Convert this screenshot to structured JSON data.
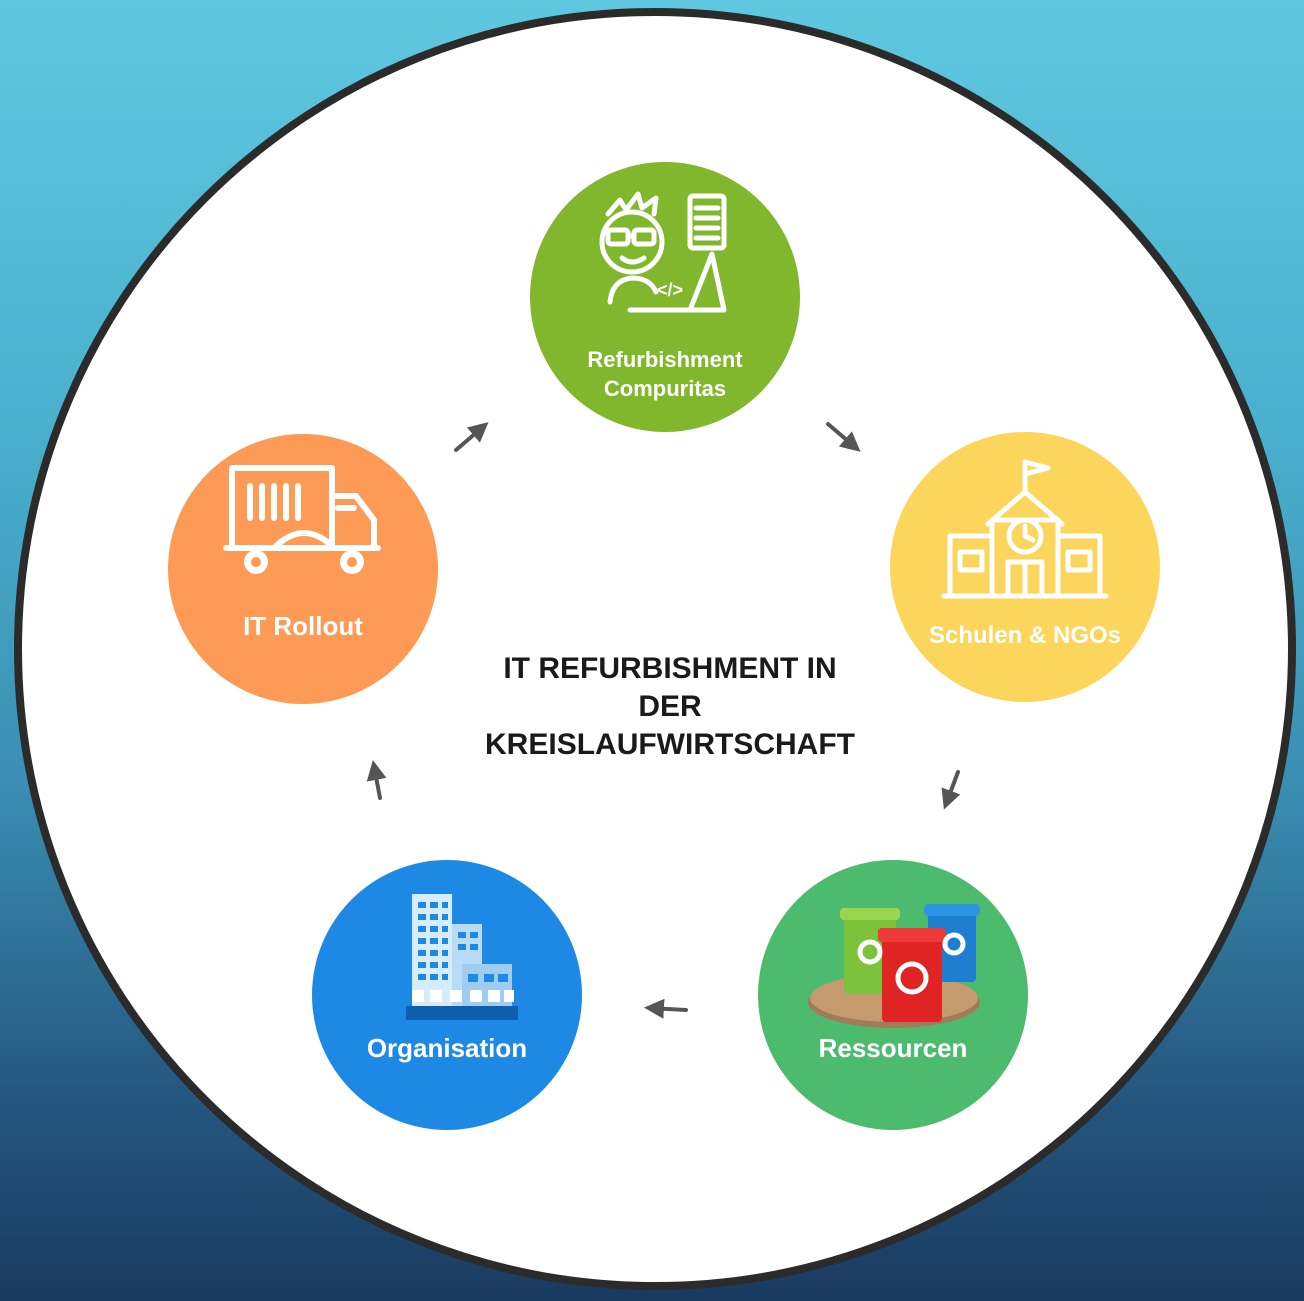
{
  "title": "IT REFURBISHMENT IN\nDER\nKREISLAUFWIRTSCHAFT",
  "nodes": {
    "refurbishment": {
      "label": "Refurbishment\nCompuritas",
      "color": "#80b72c",
      "icon": "developer-at-computer-icon"
    },
    "schulen": {
      "label": "Schulen & NGOs",
      "color": "#fcd65c",
      "icon": "school-building-icon"
    },
    "ressourcen": {
      "label": "Ressourcen",
      "color": "#4dbb6e",
      "icon": "recycling-bins-icon"
    },
    "organisation": {
      "label": "Organisation",
      "color": "#1e88e5",
      "icon": "office-buildings-icon"
    },
    "rollout": {
      "label": "IT Rollout",
      "color": "#fd9a56",
      "icon": "delivery-truck-icon"
    }
  },
  "colors": {
    "background_top": "#5fc7df",
    "background_bottom": "#1a3a60",
    "circle_fill": "#ffffff",
    "circle_border": "#2b2b2b",
    "arrow": "#555555"
  }
}
